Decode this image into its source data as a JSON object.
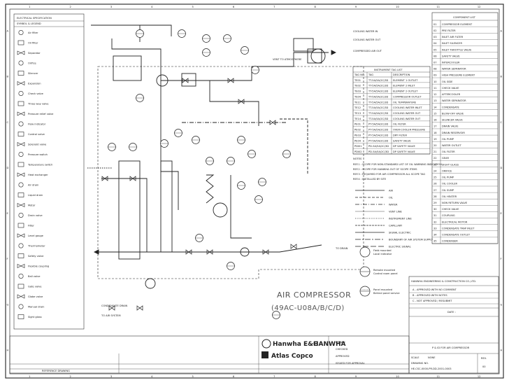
{
  "drawing": {
    "title": "AIR COMPRESSOR",
    "model": "(49AC-U08A/B/C/D)",
    "legend_title_top": "ELECTRICAL SPECIFICATION",
    "legend_col_label": "SYMBOL & LEGEND"
  },
  "component_list": {
    "title": "COMPONENT LIST",
    "rows": [
      [
        "01",
        "COMPRESSOR ELEMENT"
      ],
      [
        "02",
        "PRE FILTER"
      ],
      [
        "03",
        "INLET AIR FILTER"
      ],
      [
        "04",
        "INLET SILENCER"
      ],
      [
        "05",
        "INLET THROTTLE VALVE"
      ],
      [
        "06",
        "SAFETY VALVE"
      ],
      [
        "07",
        "INTERCOOLER"
      ],
      [
        "08",
        "WATER SEPARATOR"
      ],
      [
        "09",
        "HIGH PRESSURE ELEMENT"
      ],
      [
        "10",
        "OIL SIDE"
      ],
      [
        "11",
        "CHECK VALVE"
      ],
      [
        "12",
        "AFTERCOOLER"
      ],
      [
        "13",
        "WATER SEPARATOR"
      ],
      [
        "14",
        "CONDENSATE"
      ],
      [
        "15",
        "BLOW-OFF VALVE"
      ],
      [
        "16",
        "SILENCER VALVE"
      ],
      [
        "17",
        "DRAIN VALVE"
      ],
      [
        "18",
        "DRAIN RESERVOIR"
      ],
      [
        "19",
        "OIL PUMP"
      ],
      [
        "20",
        "WATER OUTLET"
      ],
      [
        "21",
        "OIL FILTER"
      ],
      [
        "22",
        "GEAR"
      ],
      [
        "23",
        "SIGHT GLASS"
      ],
      [
        "24",
        "ORIFICE"
      ],
      [
        "25",
        "OIL PUMP"
      ],
      [
        "26",
        "OIL COOLER"
      ],
      [
        "27",
        "OIL SUMP"
      ],
      [
        "28",
        "OIL HEATER"
      ],
      [
        "29",
        "NON RETURN VALVE"
      ],
      [
        "30",
        "CHECK VALVE"
      ],
      [
        "31",
        "COUPLING"
      ],
      [
        "32",
        "ELECTRICAL MOTOR"
      ],
      [
        "33",
        "CONDENSATE TRAP INLET"
      ],
      [
        "34",
        "CONDENSATE OUTLET"
      ],
      [
        "35",
        "CONDENSER"
      ]
    ]
  },
  "instrument_list": {
    "title": "INSTRUMENT TAG LIST",
    "headers": [
      "TAG NO.",
      "TAG",
      "DESCRIPTION"
    ],
    "rows": [
      [
        "TE01",
        "TT-5A/5A/2C/3D",
        "ELEMENT 1 OUTLET"
      ],
      [
        "TE02",
        "TT-5A/5A/2C/3D",
        "ELEMENT 2 INLET"
      ],
      [
        "TE03",
        "TT-5A/5A/2C/3D",
        "ELEMENT 2 OUTLET"
      ],
      [
        "TE04",
        "TT-5A/5A/2C/3D",
        "COMPRESSOR OUTLET"
      ],
      [
        "TE11",
        "TT-5A/5A/2C/3D",
        "OIL TEMPERATURE"
      ],
      [
        "TE12",
        "TT-5A/5A/2C/3D",
        "COOLING WATER INLET"
      ],
      [
        "TE13",
        "TT-5A/5A/2C/3D",
        "COOLING WATER OUT"
      ],
      [
        "TE14",
        "TT-5A/5A/2C/3D",
        "COOLING WATER OUT"
      ],
      [
        "PE01",
        "PT-5A/5A/2C/3D",
        "OIL FILTER"
      ],
      [
        "PE02",
        "PT-5A/5A/2C/3D",
        "OVER-COOLER PRESSURE"
      ],
      [
        "PE03",
        "PT-5A/5A/2C/3D",
        "DRY FILTER"
      ],
      [
        "PE04",
        "PT-5A/5A/2C/3D",
        "SAFETY VALVE"
      ],
      [
        "PDI01",
        "PD-5A/5A/2C/3D",
        "DP SAFETY VALVE"
      ],
      [
        "PDI02",
        "PD-5A/5A/2C/3D",
        "DP SAFETY VALVE"
      ]
    ]
  },
  "notes": {
    "title": "NOTES",
    "lines": [
      "REF.1 : SCOPE FOR NON-STANDARD LIST OF OIL WARNING INDICATION",
      "REF.2 : SCOPE FOR HANWHA OUT OF SCOPE ITEMS",
      "REF.3 : REQUIRED FOR AIR COMPRESSOR ALL SCOPE TAG",
      "REF.4 : INSTALLED BY SITE"
    ]
  },
  "line_legend": [
    {
      "label": "AIR",
      "style": "solid"
    },
    {
      "label": "OIL",
      "style": "dashed"
    },
    {
      "label": "WATER",
      "style": "dashdot"
    },
    {
      "label": "VENT LINE",
      "style": "thin"
    },
    {
      "label": "INSTRUMENT LINE",
      "style": "dotted"
    },
    {
      "label": "CAPILLARY",
      "style": "cross"
    },
    {
      "label": "SIGNAL ELECTRIC",
      "style": "double"
    },
    {
      "label": "BOUNDARY OF AIR SYSTEM SUPPLY",
      "style": "chain"
    },
    {
      "label": "ELECTRIC SIGNAL",
      "style": "longdash"
    }
  ],
  "symbol_legend": [
    "Air filter",
    "Oil filter",
    "Separator",
    "Orifice",
    "Silencer",
    "Expansion",
    "Check valve",
    "Three way valve",
    "Pressure relief valve",
    "Flow indicator",
    "Control valve",
    "Solenoid valve",
    "Pressure switch",
    "Temperature switch",
    "Heat exchanger",
    "Air drain",
    "Liquid drain",
    "Motor",
    "Drain valve",
    "Filter",
    "Level gauge",
    "Thermometer",
    "Safety valve",
    "Flexible coupling",
    "Ball valve",
    "Gate valve",
    "Globe valve",
    "Manual drain",
    "Sight glass"
  ],
  "indicator_legend": [
    {
      "label": "Field mounted",
      "sub": "Local indicator"
    },
    {
      "label": "Remote mounted",
      "sub": "Control room panel"
    },
    {
      "label": "Panel mounted",
      "sub": "Behind panel service"
    }
  ],
  "callouts": {
    "cooling_water_in": "COOLING WATER IN",
    "cooling_water_out": "COOLING WATER OUT",
    "air_outlet": "COMPRESSED AIR OUT",
    "drain": "TO DRAIN",
    "to_system": "TO AIR SYSTEM",
    "condensate": "CONDENSATE DRAIN",
    "vent": "VENT TO ATMOSPHERE"
  },
  "title_block": {
    "company": "HANWHA ENGINEERING & CONSTRUCTION CO.,LTD.",
    "rev_rows": [
      "A - APPROVED WITH NO COMMENT",
      "B - APPROVED WITH NOTES",
      "C - NOT APPROVED / RESUBMIT"
    ],
    "date_label": "DATE :",
    "drawing_title": "P & ID FOR AIR COMPRESSOR",
    "dwg_no_label": "DRAWING NO.",
    "dwg_no": "HE-CSC-0000-PR-DD-2001-0003",
    "rev_label": "REV.",
    "rev": "00",
    "scale_label": "SCALE",
    "scale": "NONE",
    "logo_main": "Hanwha E&C",
    "logo_sub": "Atlas Copco",
    "contractor": "HANWHA",
    "reference": "REFERENCE DRAWING",
    "drawn": "DRAWN",
    "checked": "CHECKED",
    "approved": "APPROVED",
    "issue_for": "ISSUED FOR APPROVAL"
  },
  "grid": {
    "top": [
      "1",
      "2",
      "3",
      "4",
      "5",
      "6",
      "7",
      "8",
      "9",
      "10",
      "11",
      "12"
    ],
    "side": [
      "A",
      "B",
      "C",
      "D",
      "E",
      "F",
      "G",
      "H"
    ]
  }
}
